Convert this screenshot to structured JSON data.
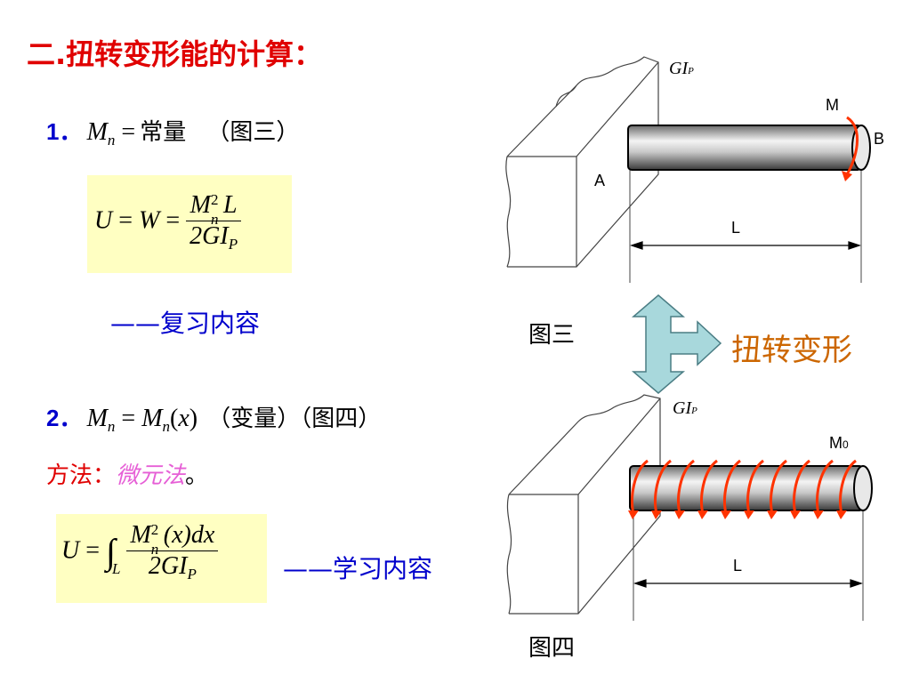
{
  "title": "二.扭转变形能的计算：",
  "item1": {
    "num": "1．",
    "lhs_M": "M",
    "lhs_sub": "n",
    "eq": "=",
    "rhs": "常量",
    "note": "（图三）",
    "formula": {
      "U": "U",
      "W": "W",
      "num_M": "M",
      "num_sub": "n",
      "num_sup": "2",
      "num_L": "L",
      "den": "2GI",
      "den_sub": "P"
    },
    "remark": "——复习内容"
  },
  "item2": {
    "num": "2．",
    "lhs_M": "M",
    "lhs_sub": "n",
    "rhs_M": "M",
    "rhs_sub": "n",
    "rhs_arg": "x",
    "note": "（变量）（图四）",
    "method_label": "方法：",
    "method_value": "微元法",
    "method_end": "。",
    "formula": {
      "U": "U",
      "int_sub": "L",
      "num": "M",
      "num_sub": "n",
      "num_sup": "2",
      "num_rest": "(x)dx",
      "den": "2GI",
      "den_sub": "P"
    },
    "remark": "——学习内容"
  },
  "fig3": {
    "gip": "GI",
    "gip_sub": "P",
    "moment": "M",
    "pt_a": "A",
    "pt_b": "B",
    "length": "L",
    "caption": "图三"
  },
  "fig4": {
    "gip": "GI",
    "gip_sub": "P",
    "moment": "M",
    "moment_sub": "0",
    "length": "L",
    "caption": "图四"
  },
  "center_label": "扭转变形",
  "colors": {
    "title": "#e00000",
    "blue": "#0000cc",
    "box": "#ffffc2",
    "arrow": "#a8d8dc",
    "torque": "#ff3300",
    "brown": "#cc6600"
  }
}
